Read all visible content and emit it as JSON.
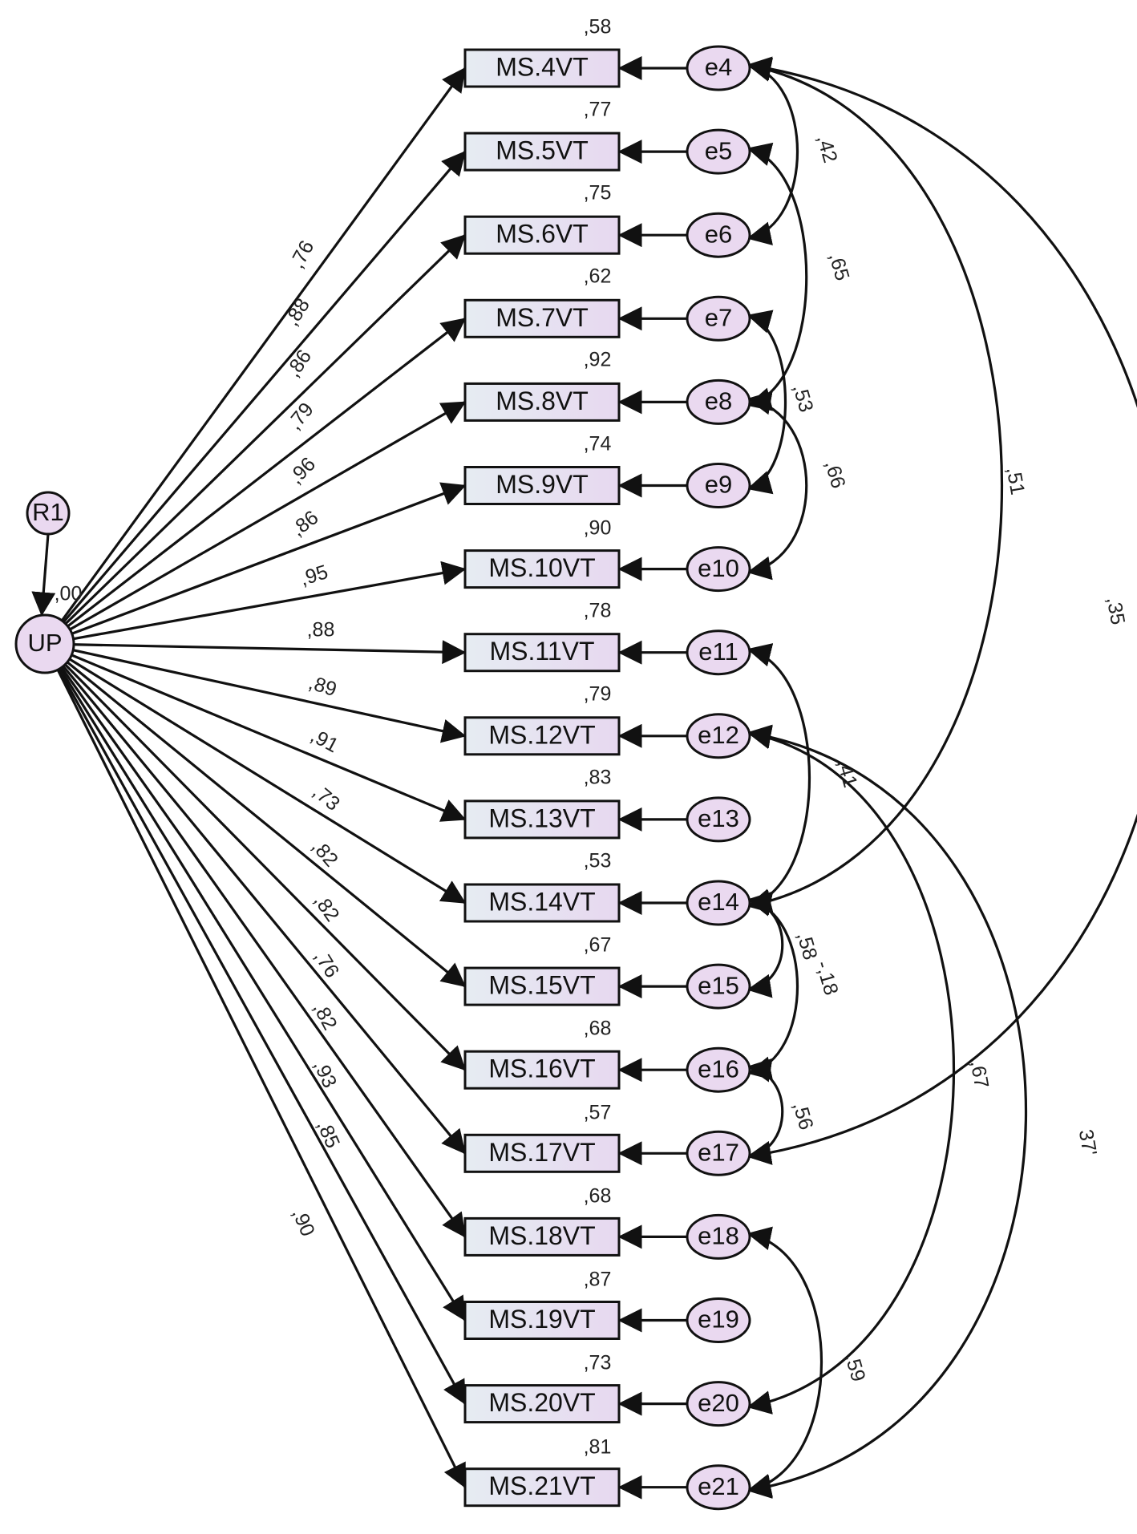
{
  "latent": {
    "label": "UP",
    "residual_label": "R1",
    "residual_path_label": ",00"
  },
  "indicators": [
    {
      "name": "MS.4VT",
      "r2": ",58",
      "loading": ",76",
      "error": "e4"
    },
    {
      "name": "MS.5VT",
      "r2": ",77",
      "loading": ",88",
      "error": "e5"
    },
    {
      "name": "MS.6VT",
      "r2": ",75",
      "loading": ",86",
      "error": "e6"
    },
    {
      "name": "MS.7VT",
      "r2": ",62",
      "loading": ",79",
      "error": "e7"
    },
    {
      "name": "MS.8VT",
      "r2": ",92",
      "loading": ",96",
      "error": "e8"
    },
    {
      "name": "MS.9VT",
      "r2": ",74",
      "loading": ",86",
      "error": "e9"
    },
    {
      "name": "MS.10VT",
      "r2": ",90",
      "loading": ",95",
      "error": "e10"
    },
    {
      "name": "MS.11VT",
      "r2": ",78",
      "loading": ",88",
      "error": "e11"
    },
    {
      "name": "MS.12VT",
      "r2": ",79",
      "loading": ",89",
      "error": "e12"
    },
    {
      "name": "MS.13VT",
      "r2": ",83",
      "loading": ",91",
      "error": "e13"
    },
    {
      "name": "MS.14VT",
      "r2": ",53",
      "loading": ",73",
      "error": "e14"
    },
    {
      "name": "MS.15VT",
      "r2": ",67",
      "loading": ",82",
      "error": "e15"
    },
    {
      "name": "MS.16VT",
      "r2": ",68",
      "loading": ",82",
      "error": "e16"
    },
    {
      "name": "MS.17VT",
      "r2": ",57",
      "loading": ",76",
      "error": "e17"
    },
    {
      "name": "MS.18VT",
      "r2": ",68",
      "loading": ",82",
      "error": "e18"
    },
    {
      "name": "MS.19VT",
      "r2": ",87",
      "loading": ",93",
      "error": "e19"
    },
    {
      "name": "MS.20VT",
      "r2": ",73",
      "loading": ",85",
      "error": "e20"
    },
    {
      "name": "MS.21VT",
      "r2": ",81",
      "loading": ",90",
      "error": "e21"
    }
  ],
  "covariances": [
    {
      "from": "e4",
      "to": "e6",
      "label": ",42"
    },
    {
      "from": "e5",
      "to": "e8",
      "label": ",65"
    },
    {
      "from": "e7",
      "to": "e9",
      "label": ",53"
    },
    {
      "from": "e8",
      "to": "e10",
      "label": ",66"
    },
    {
      "from": "e4",
      "to": "e14",
      "label": ",51"
    },
    {
      "from": "e4",
      "to": "e17",
      "label": ",35"
    },
    {
      "from": "e11",
      "to": "e14",
      "label": ",41"
    },
    {
      "from": "e14",
      "to": "e15",
      "label": ",58"
    },
    {
      "from": "e14",
      "to": "e16",
      "label": "-,18"
    },
    {
      "from": "e16",
      "to": "e17",
      "label": ",56"
    },
    {
      "from": "e12",
      "to": "e20",
      "label": ",67"
    },
    {
      "from": "e12",
      "to": "e21",
      "label": "37'"
    },
    {
      "from": "e18",
      "to": "e21",
      "label": ",59"
    }
  ],
  "colors": {
    "box_fill_left": "#e6ecf2",
    "box_fill_right": "#e7d8f0",
    "node_fill": "#ead9f0",
    "stroke": "#111111"
  }
}
